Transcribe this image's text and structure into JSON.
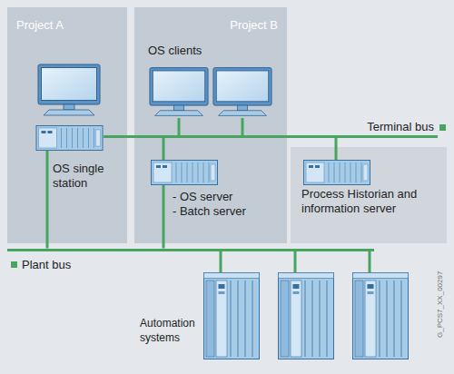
{
  "diagram": {
    "nodes": [
      {
        "text": [
          "Project A"
        ]
      },
      {
        "text": [
          "OS single station"
        ],
        "in": 0
      },
      {
        "text": [
          "Project B"
        ]
      },
      {
        "text": [
          "OS clients"
        ],
        "in": 2
      },
      {
        "text": [
          "- OS server",
          "- Batch server"
        ],
        "in": 2
      },
      {
        "text": [
          "Terminal bus"
        ]
      },
      {
        "text": [
          "Process Historian and information server"
        ]
      },
      {
        "text": [
          "Plant bus"
        ]
      },
      {
        "text": [
          "Automation systems"
        ]
      }
    ],
    "edges": [
      {
        "from": 1,
        "to": 5,
        "arrow": "none"
      },
      {
        "from": 3,
        "to": 5,
        "arrow": "none"
      },
      {
        "from": 4,
        "to": 5,
        "arrow": "none"
      },
      {
        "from": 6,
        "to": 5,
        "arrow": "none"
      },
      {
        "from": 1,
        "to": 7,
        "arrow": "none"
      },
      {
        "from": 4,
        "to": 7,
        "arrow": "none"
      },
      {
        "from": 7,
        "to": 8,
        "arrow": "none"
      }
    ],
    "labels": [
      "G_PCS7_XX_00297"
    ]
  }
}
